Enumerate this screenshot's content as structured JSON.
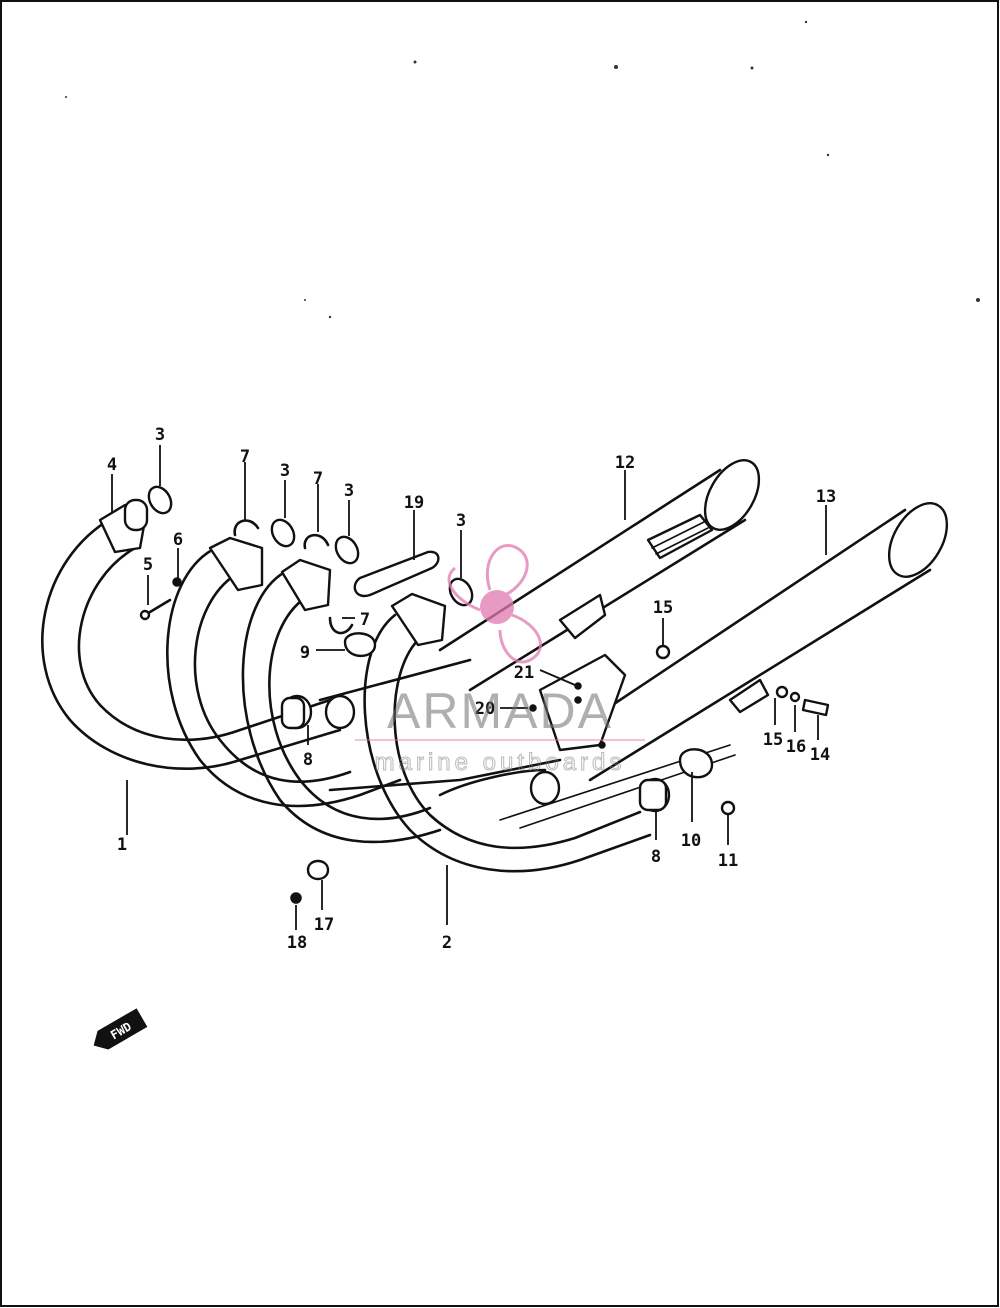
{
  "callouts": [
    "1",
    "2",
    "3",
    "4",
    "5",
    "6",
    "7",
    "8",
    "9",
    "10",
    "11",
    "12",
    "13",
    "14",
    "15",
    "16",
    "17",
    "18",
    "19",
    "20",
    "21"
  ],
  "watermark": {
    "brand": "ARMADA",
    "tagline": "marine outboards",
    "accent_color": "#e07ab0"
  },
  "direction_marker": {
    "label": "FWD"
  },
  "colors": {
    "line": "#111111",
    "background": "#ffffff"
  }
}
